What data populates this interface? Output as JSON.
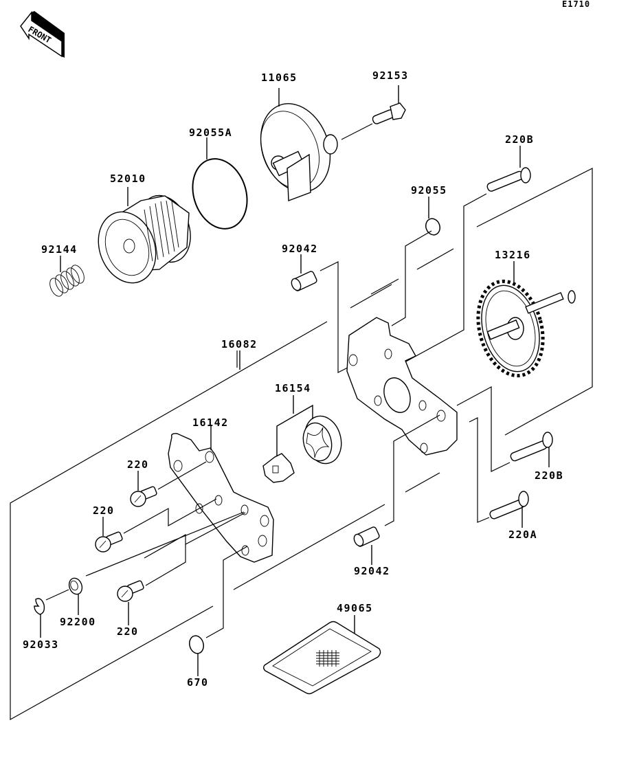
{
  "diagram": {
    "code": "E1710",
    "front_label": "FRONT",
    "parts": {
      "p11065": "11065",
      "p92153": "92153",
      "p92055A": "92055A",
      "p52010": "52010",
      "p92144": "92144",
      "p220B_top": "220B",
      "p92055": "92055",
      "p92042_top": "92042",
      "p13216": "13216",
      "p16082": "16082",
      "p16154": "16154",
      "p16142": "16142",
      "p220_a": "220",
      "p220_b": "220",
      "p220B_mid": "220B",
      "p220A": "220A",
      "p92042_bottom": "92042",
      "p49065": "49065",
      "p92033": "92033",
      "p92200": "92200",
      "p220_c": "220",
      "p670": "670"
    }
  }
}
